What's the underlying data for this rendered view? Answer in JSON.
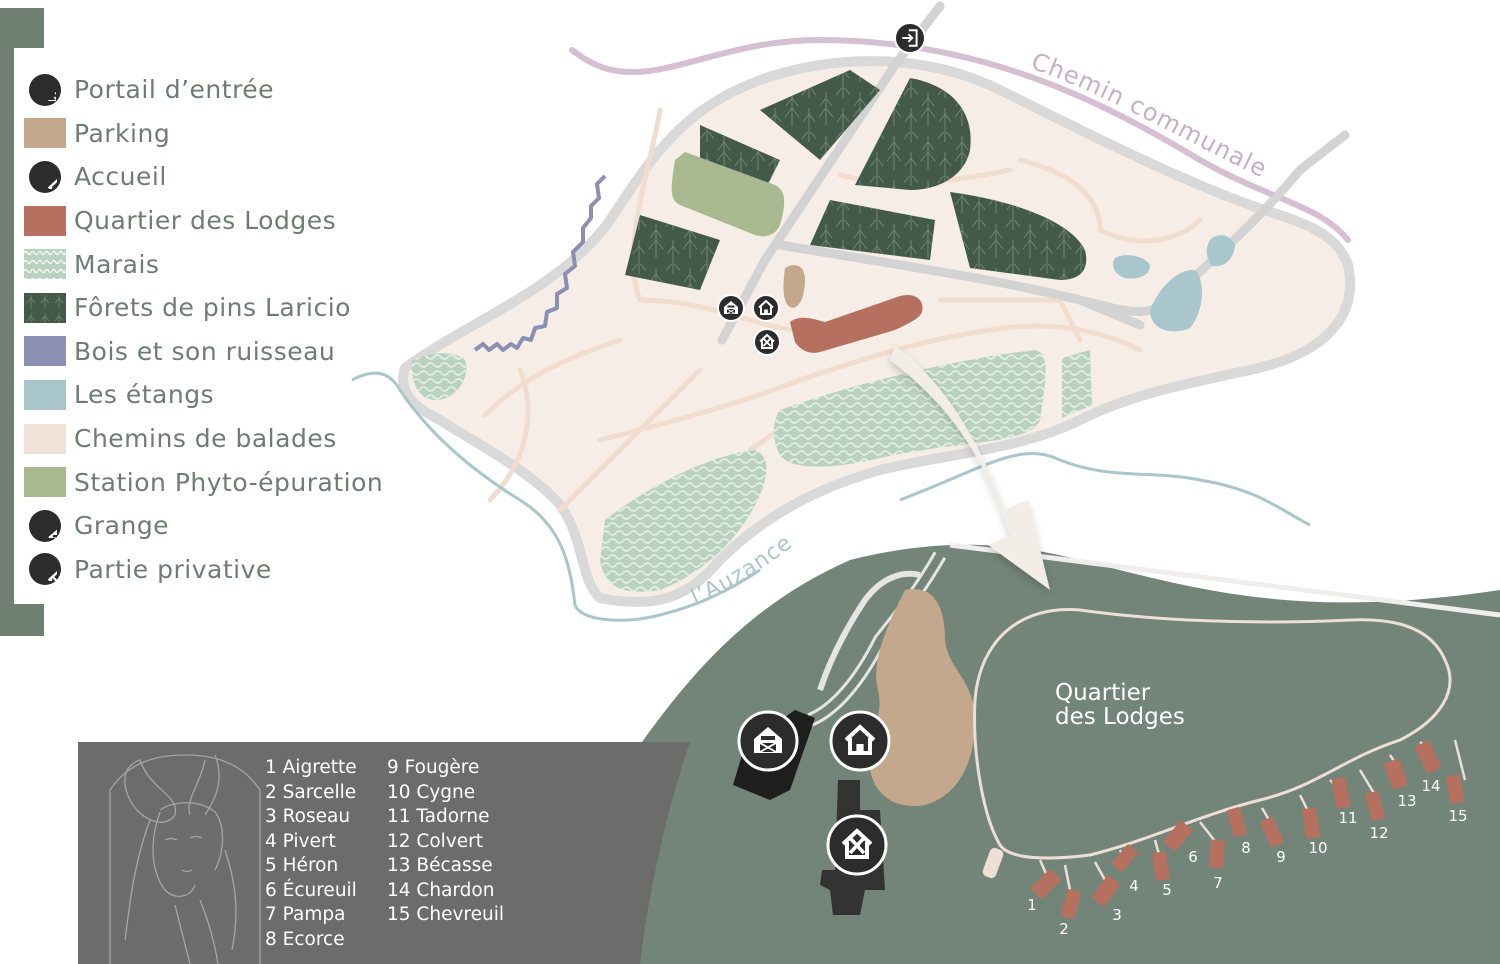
{
  "legend": {
    "items": [
      {
        "label": "Portail d’entrée",
        "icon": "entrance-icon",
        "swatch": "circle"
      },
      {
        "label": "Parking",
        "color": "#c4a88d",
        "swatch": "rect"
      },
      {
        "label": "Accueil",
        "icon": "house-icon",
        "swatch": "circle"
      },
      {
        "label": "Quartier des Lodges",
        "color": "#b6705f",
        "swatch": "rect"
      },
      {
        "label": "Marais",
        "color": "#b9d3c0",
        "swatch": "wave"
      },
      {
        "label": "Fôrets de pins Laricio",
        "color": "#445a49",
        "swatch": "forest"
      },
      {
        "label": "Bois et son ruisseau",
        "color": "#8a8fb3",
        "swatch": "rect"
      },
      {
        "label": "Les étangs",
        "color": "#a9c6cc",
        "swatch": "rect"
      },
      {
        "label": "Chemins de balades",
        "color": "#f1e1d6",
        "swatch": "rect"
      },
      {
        "label": "Station Phyto-épuration",
        "color": "#a9b98f",
        "swatch": "rect"
      },
      {
        "label": "Grange",
        "icon": "barn-icon",
        "swatch": "circle"
      },
      {
        "label": "Partie privative",
        "icon": "private-area-icon",
        "swatch": "circle"
      }
    ]
  },
  "map_labels": {
    "road": "Chemin communale",
    "river": "l’Auzance",
    "lodges_line1": "Quartier",
    "lodges_line2": "des Lodges"
  },
  "lodges": {
    "col1": [
      "1 Aigrette",
      "2 Sarcelle",
      "3 Roseau",
      "4 Pivert",
      "5 Héron",
      "6 Écureuil",
      "7 Pampa",
      "8 Ecorce"
    ],
    "col2": [
      "9 Fougère",
      "10 Cygne",
      "11 Tadorne",
      "12 Colvert",
      "13 Bécasse",
      "14 Chardon",
      "15 Chevreuil"
    ],
    "numbers": [
      "1",
      "2",
      "3",
      "4",
      "5",
      "6",
      "7",
      "8",
      "9",
      "10",
      "11",
      "12",
      "13",
      "14",
      "15"
    ]
  },
  "colors": {
    "park_ground": "#f5ede6",
    "path": "#f1ddcf",
    "forest": "#445a49",
    "marsh": "#b9d3c0",
    "pond": "#a9c6cc",
    "stream": "#8a8fb3",
    "river": "#a9c6cc",
    "road": "#d6bfd3",
    "lodge": "#b6705f",
    "parking": "#c4a88d",
    "phyto": "#a9b98f",
    "zoom_ground": "#738478",
    "panel": "#6c6c6a",
    "legend_text": "#6d7d70"
  }
}
